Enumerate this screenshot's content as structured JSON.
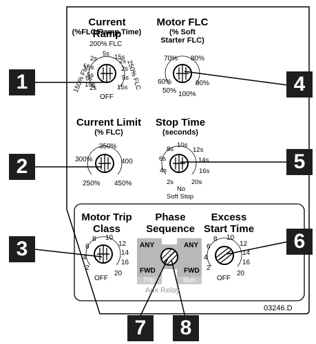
{
  "dials": {
    "current_ramp": {
      "title": "Current Ramp",
      "subtitle": "(%FLC/Ramp Time)",
      "group_top": "200% FLC",
      "group_left": "150% FLC",
      "group_right": "250% FLC",
      "ticks": [
        "5s",
        "15s",
        "2s",
        "15s",
        "5s",
        "2s",
        "2s",
        "5s",
        "15s",
        "15s",
        "5s",
        "2s"
      ],
      "off": "OFF"
    },
    "motor_flc": {
      "title": "Motor FLC",
      "subtitle_1": "(% Soft",
      "subtitle_2": "Starter FLC)",
      "ticks": [
        "70%",
        "80%",
        "60%",
        "90%",
        "50%",
        "100%"
      ]
    },
    "current_limit": {
      "title": "Current Limit",
      "subtitle": "(% FLC)",
      "ticks": [
        "350%",
        "300%",
        "400",
        "250%",
        "450%"
      ]
    },
    "stop_time": {
      "title": "Stop Time",
      "subtitle": "(seconds)",
      "ticks": [
        "10s",
        "8s",
        "12s",
        "6s",
        "14s",
        "4s",
        "16s",
        "2s",
        "20s"
      ],
      "no": "No",
      "soft_stop": "Soft Stop"
    },
    "motor_trip_class": {
      "title_1": "Motor Trip",
      "title_2": "Class",
      "ticks": [
        "8",
        "10",
        "12",
        "6",
        "14",
        "4",
        "16",
        "2",
        "20"
      ],
      "off": "OFF"
    },
    "phase_sequence": {
      "title_1": "Phase",
      "title_2": "Sequence",
      "any_left": "ANY",
      "any_right": "ANY",
      "fwd_left": "FWD",
      "fwd_right": "FWD",
      "sub_left": "Trip",
      "sub_right": "Run"
    },
    "excess_start_time": {
      "title_1": "Excess",
      "title_2": "Start Time",
      "ticks": [
        "8",
        "10",
        "12",
        "6",
        "14",
        "4",
        "16",
        "2",
        "20"
      ],
      "off": "OFF"
    }
  },
  "aux_relay_label": "Aux Relay",
  "callouts": [
    "1",
    "2",
    "3",
    "4",
    "5",
    "6",
    "7",
    "8"
  ],
  "reference_code": "03246.D",
  "colors": {
    "callout_fill": "#1e1e1e",
    "phase_box": "#b8b8b8",
    "line": "#000000"
  }
}
